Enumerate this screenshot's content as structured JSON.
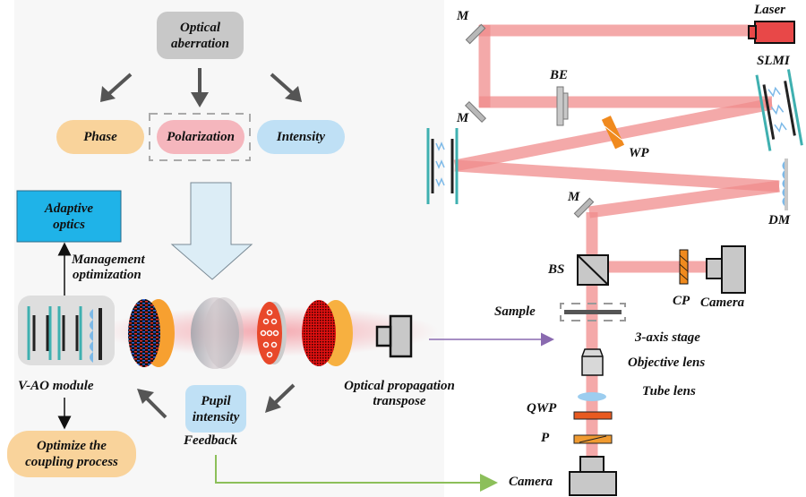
{
  "left": {
    "aberration_box": {
      "line1": "Optical",
      "line2": "aberration"
    },
    "categories": {
      "phase": "Phase",
      "polarization": "Polarization",
      "intensity": "Intensity"
    },
    "adaptive_optics": {
      "line1": "Adaptive",
      "line2": "optics"
    },
    "management": {
      "line1": "Management",
      "line2": "optimization"
    },
    "vao_module": "V-AO module",
    "optimize": {
      "line1": "Optimize the",
      "line2": "coupling process"
    },
    "pupil": {
      "line1": "Pupil",
      "line2": "intensity"
    },
    "feedback": "Feedback",
    "propagation": {
      "line1": "Optical propagation",
      "line2": "transpose"
    }
  },
  "right": {
    "laser": "Laser",
    "mirror_top": "M",
    "mirror_bottom": "M",
    "beam_expander": "BE",
    "slm1": "SLMI",
    "waveplate": "WP",
    "deformable_mirror": "DM",
    "mirror_lower": "M",
    "beam_splitter": "BS",
    "compensation_plate": "CP",
    "camera_side": "Camera",
    "sample": "Sample",
    "stage": "3-axis stage",
    "objective": "Objective lens",
    "tube_lens": "Tube lens",
    "qwp": "QWP",
    "polarizer": "P",
    "camera_bottom": "Camera"
  },
  "colors": {
    "beam": "#f08c8c",
    "phase": "#f9d39b",
    "polarization": "#f5b6bd",
    "intensity": "#bfe0f5",
    "aberration": "#c8c8c8",
    "adaptive_optics": "#1fb3e8",
    "teal": "#3fb0b0",
    "orange": "#f08a1e",
    "laser_red": "#e84848",
    "purple_arrow": "#8a6ab0",
    "green_arrow": "#8cbf5a"
  }
}
